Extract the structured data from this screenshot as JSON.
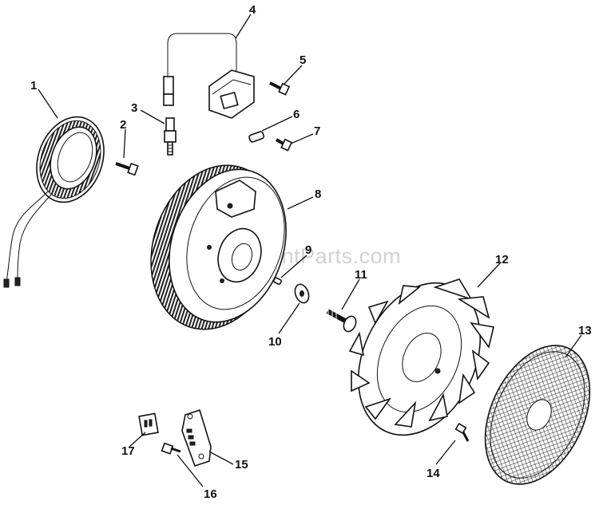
{
  "watermark": "eReplacementParts.com",
  "callouts": [
    {
      "id": 1,
      "label": "1"
    },
    {
      "id": 2,
      "label": "2"
    },
    {
      "id": 3,
      "label": "3"
    },
    {
      "id": 4,
      "label": "4"
    },
    {
      "id": 5,
      "label": "5"
    },
    {
      "id": 6,
      "label": "6"
    },
    {
      "id": 7,
      "label": "7"
    },
    {
      "id": 8,
      "label": "8"
    },
    {
      "id": 9,
      "label": "9"
    },
    {
      "id": 10,
      "label": "10"
    },
    {
      "id": 11,
      "label": "11"
    },
    {
      "id": 12,
      "label": "12"
    },
    {
      "id": 13,
      "label": "13"
    },
    {
      "id": 14,
      "label": "14"
    },
    {
      "id": 15,
      "label": "15"
    },
    {
      "id": 16,
      "label": "16"
    },
    {
      "id": 17,
      "label": "17"
    }
  ]
}
